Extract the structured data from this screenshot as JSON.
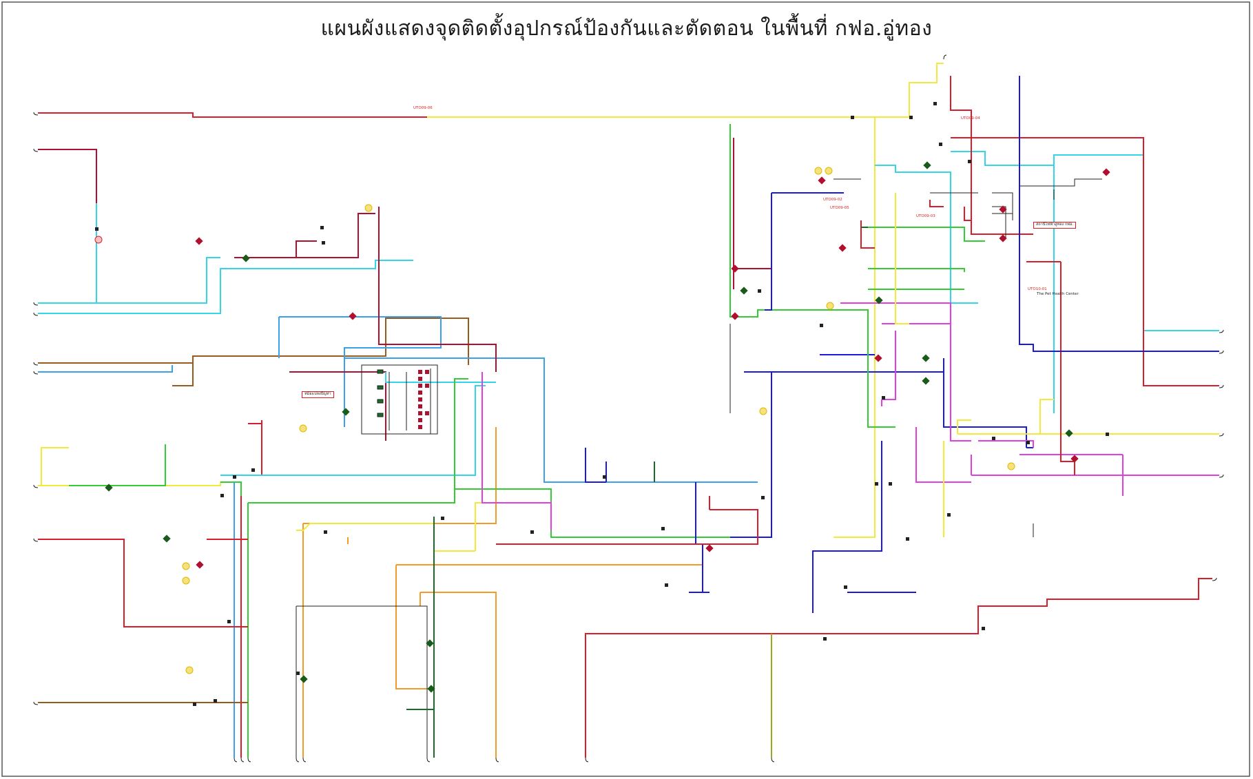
{
  "title": "แผนผังแสดงจุดติดตั้งอุปกรณ์ป้องกันและตัดตอน ในพื้นที่ กฟอ.อู่ทอง",
  "colors": {
    "red": "#d81e2a",
    "darkred": "#b01030",
    "yellow": "#f2e93a",
    "cyan": "#33d6e8",
    "green": "#33cc33",
    "blue": "#1a1adc",
    "brown": "#9a5a1e",
    "orange": "#f39a2a",
    "magenta": "#e040e0",
    "olive": "#9aaa22",
    "skyblue": "#3aa0e8",
    "purple": "#6a2aa8",
    "darkgreen": "#1a6a2a",
    "black": "#222222"
  },
  "labels": {
    "pea_station_box": "หม้อแปลงปัญหา",
    "pea_station_box2": "สถานีไฟฟ้าอู่ทอง กฟอ.",
    "tree_health": "The Pet Health Center",
    "tl1": "UTO09-06",
    "tl2": "UTO09-05",
    "tl3": "UTO09-03",
    "tl4": "UTO09-02",
    "tl5": "UTO09-04",
    "tl6": "UTO10-01"
  }
}
